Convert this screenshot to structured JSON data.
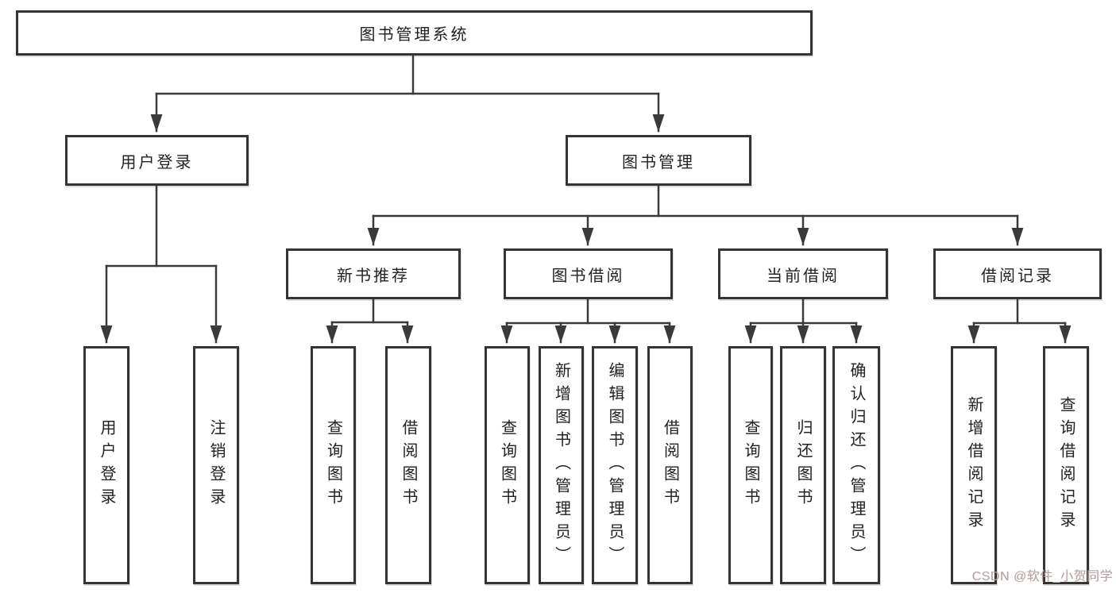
{
  "tree": {
    "label": "图书管理系统",
    "children": [
      {
        "label": "用户登录",
        "children": [
          {
            "label": "用户登录"
          },
          {
            "label": "注销登录"
          }
        ]
      },
      {
        "label": "图书管理",
        "children": [
          {
            "label": "新书推荐",
            "children": [
              {
                "label": "查询图书"
              },
              {
                "label": "借阅图书"
              }
            ]
          },
          {
            "label": "图书借阅",
            "children": [
              {
                "label": "查询图书"
              },
              {
                "label": "新增图书（管理员）"
              },
              {
                "label": "编辑图书（管理员）"
              },
              {
                "label": "借阅图书"
              }
            ]
          },
          {
            "label": "当前借阅",
            "children": [
              {
                "label": "查询图书"
              },
              {
                "label": "归还图书"
              },
              {
                "label": "确认归还（管理员）"
              }
            ]
          },
          {
            "label": "借阅记录",
            "children": [
              {
                "label": "新增借阅记录"
              },
              {
                "label": "查询借阅记录"
              }
            ]
          }
        ]
      }
    ]
  },
  "watermark": {
    "text": "CSDN @软件_小贺同学"
  },
  "colors": {
    "line": "#3a3a3a",
    "border": "#343434",
    "text": "#222222",
    "watermark": "#b5a7a7"
  }
}
